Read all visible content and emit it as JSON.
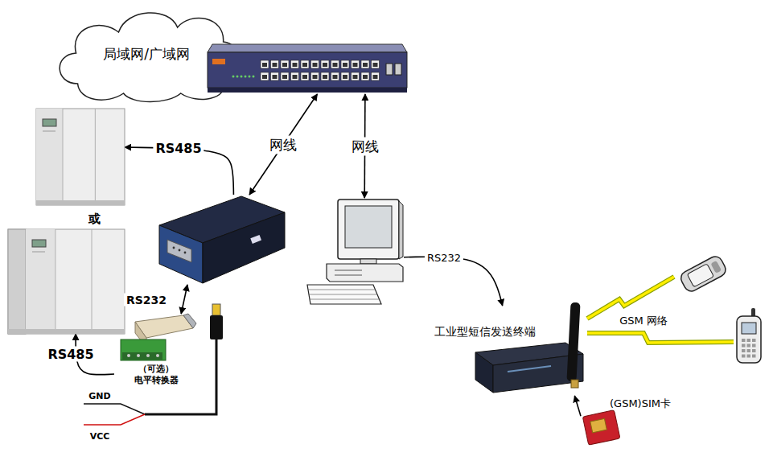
{
  "diagram": {
    "nodes": [
      {
        "text": [
          "局域网/广域网"
        ]
      },
      {
        "text": []
      },
      {
        "text": []
      },
      {
        "text": []
      },
      {
        "text": []
      },
      {
        "text": [
          "（可选） 电平转换器"
        ]
      },
      {
        "text": []
      },
      {
        "text": [
          "工业型短信发送终端"
        ]
      },
      {
        "text": [
          "(GSM)SIM卡"
        ]
      },
      {
        "text": []
      },
      {
        "text": []
      }
    ],
    "edges": [
      {
        "from": 4,
        "to": 2,
        "label": "RS485",
        "arrow": "to"
      },
      {
        "from": 4,
        "to": 1,
        "label": "网线",
        "arrow": "both"
      },
      {
        "from": 6,
        "to": 1,
        "label": "网线",
        "arrow": "both"
      },
      {
        "from": 4,
        "to": 5,
        "label": "RS232",
        "arrow": "both"
      },
      {
        "from": 5,
        "to": 3,
        "label": "RS485",
        "arrow": "to"
      },
      {
        "from": 6,
        "to": 7,
        "label": "RS232",
        "arrow": "to"
      },
      {
        "from": 8,
        "to": 7,
        "arrow": "to"
      },
      {
        "from": 7,
        "to": 9,
        "label": "GSM 网络",
        "arrow": "none"
      },
      {
        "from": 7,
        "to": 10,
        "arrow": "none"
      }
    ],
    "labels": [
      "或",
      "GND",
      "VCC"
    ]
  }
}
